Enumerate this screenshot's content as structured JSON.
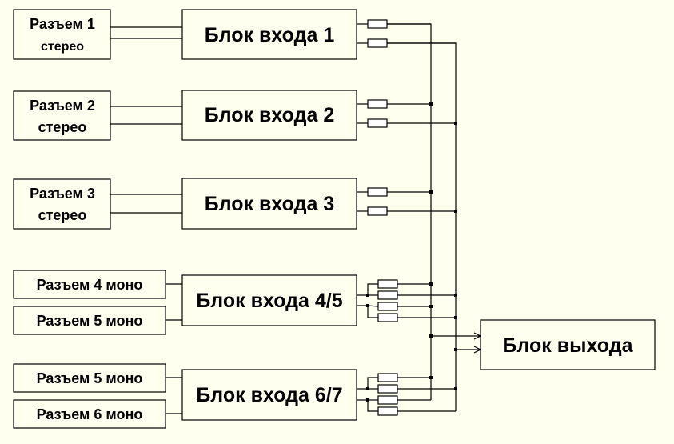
{
  "diagram": {
    "background": "#FFFFF0",
    "line_color": "#000000",
    "connectors": [
      {
        "id": "c1",
        "line1": "Разъем 1",
        "line2": "стерео"
      },
      {
        "id": "c2",
        "line1": "Разъем 2",
        "line2": "стерео"
      },
      {
        "id": "c3",
        "line1": "Разъем 3",
        "line2": "стерео"
      },
      {
        "id": "c4",
        "line1": "Разъем 4 моно"
      },
      {
        "id": "c5",
        "line1": "Разъем 5 моно"
      },
      {
        "id": "c6",
        "line1": "Разъем 5 моно"
      },
      {
        "id": "c7",
        "line1": "Разъем 6 моно"
      }
    ],
    "input_blocks": [
      {
        "id": "b1",
        "label": "Блок входа 1"
      },
      {
        "id": "b2",
        "label": "Блок входа 2"
      },
      {
        "id": "b3",
        "label": "Блок входа 3"
      },
      {
        "id": "b45",
        "label": "Блок входа 4/5"
      },
      {
        "id": "b67",
        "label": "Блок входа 6/7"
      }
    ],
    "output_block": {
      "label": "Блок выхода"
    },
    "connections": [
      {
        "from": "Разъем 1 стерео",
        "to": "Блок входа 1",
        "wires": 2
      },
      {
        "from": "Разъем 2 стерео",
        "to": "Блок входа 2",
        "wires": 2
      },
      {
        "from": "Разъем 3 стерео",
        "to": "Блок входа 3",
        "wires": 2
      },
      {
        "from": "Разъем 4 моно",
        "to": "Блок входа 4/5",
        "wires": 1
      },
      {
        "from": "Разъем 5 моно",
        "to": "Блок входа 4/5",
        "wires": 1
      },
      {
        "from": "Разъем 5 моно",
        "to": "Блок входа 6/7",
        "wires": 1
      },
      {
        "from": "Разъем 6 моно",
        "to": "Блок входа 6/7",
        "wires": 1
      },
      {
        "from": "input blocks (via resistors, bus L)",
        "to": "Блок выхода"
      },
      {
        "from": "input blocks (via resistors, bus R)",
        "to": "Блок выхода"
      }
    ]
  }
}
